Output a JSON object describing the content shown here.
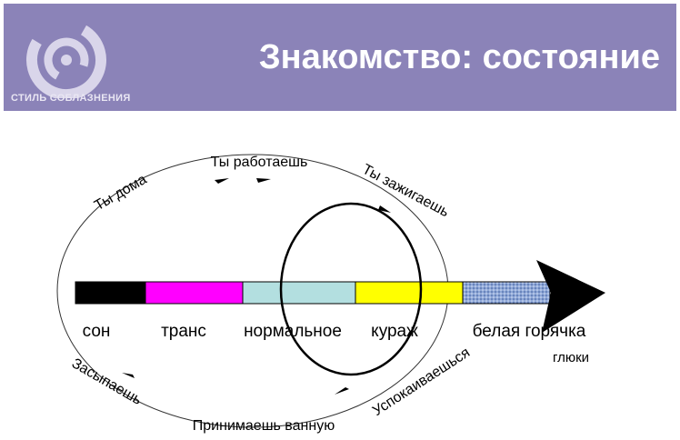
{
  "header": {
    "title": "Знакомство: состояние",
    "logo_caption": "СТИЛЬ СОБЛАЗНЕНИЯ"
  },
  "diagram": {
    "cycle_labels": {
      "top_left": "Ты дома",
      "top": "Ты работаешь",
      "top_right": "Ты зажигаешь",
      "bottom_left": "Засыпаешь",
      "bottom": "Принимаешь ванную",
      "bottom_right": "Успокаиваешься"
    },
    "states": [
      {
        "label": "сон",
        "color": "#000000"
      },
      {
        "label": "транс",
        "color": "#ff00ff"
      },
      {
        "label": "нормальное",
        "color": "#b3dfe0"
      },
      {
        "label": "кураж",
        "color": "#ffff00"
      },
      {
        "label": "белая горячка",
        "color": "#8fa8d8"
      }
    ],
    "extra_label": "глюки",
    "colors": {
      "header_bg": "#8b83b8",
      "arrow": "#000000"
    }
  }
}
